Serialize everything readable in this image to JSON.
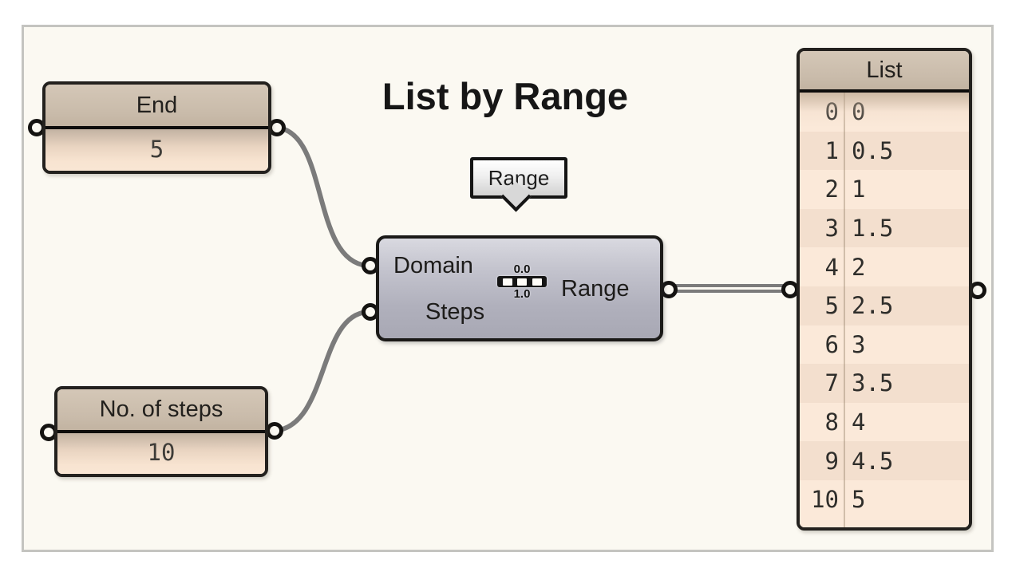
{
  "title": "List by Range",
  "panels": {
    "end": {
      "label": "End",
      "value": "5"
    },
    "num_steps": {
      "label": "No. of steps",
      "value": "10"
    }
  },
  "range_component": {
    "tooltip_label": "Range",
    "input_domain": "Domain",
    "input_steps": "Steps",
    "output_range": "Range",
    "icon": {
      "name": "range-icon",
      "top": "0.0",
      "bottom": "1.0"
    }
  },
  "list_panel": {
    "title": "List",
    "rows": [
      {
        "index": "0",
        "value": "0"
      },
      {
        "index": "1",
        "value": "0.5"
      },
      {
        "index": "2",
        "value": "1"
      },
      {
        "index": "3",
        "value": "1.5"
      },
      {
        "index": "4",
        "value": "2"
      },
      {
        "index": "5",
        "value": "2.5"
      },
      {
        "index": "6",
        "value": "3"
      },
      {
        "index": "7",
        "value": "3.5"
      },
      {
        "index": "8",
        "value": "4"
      },
      {
        "index": "9",
        "value": "4.5"
      },
      {
        "index": "10",
        "value": "5"
      }
    ]
  },
  "colors": {
    "canvas": "#FBF9F2",
    "frame_border": "#C4C4C0",
    "panel_header_tan": "#C9BBAA",
    "panel_body_peach": "#F9E6D4",
    "node_gray_top": "#D9D9E0",
    "node_gray_bottom": "#A8A8B4",
    "row_light": "#FBE9D9",
    "row_dark": "#F3DFCE",
    "wire": "#7B7B7B",
    "border_dark": "#23211E"
  }
}
